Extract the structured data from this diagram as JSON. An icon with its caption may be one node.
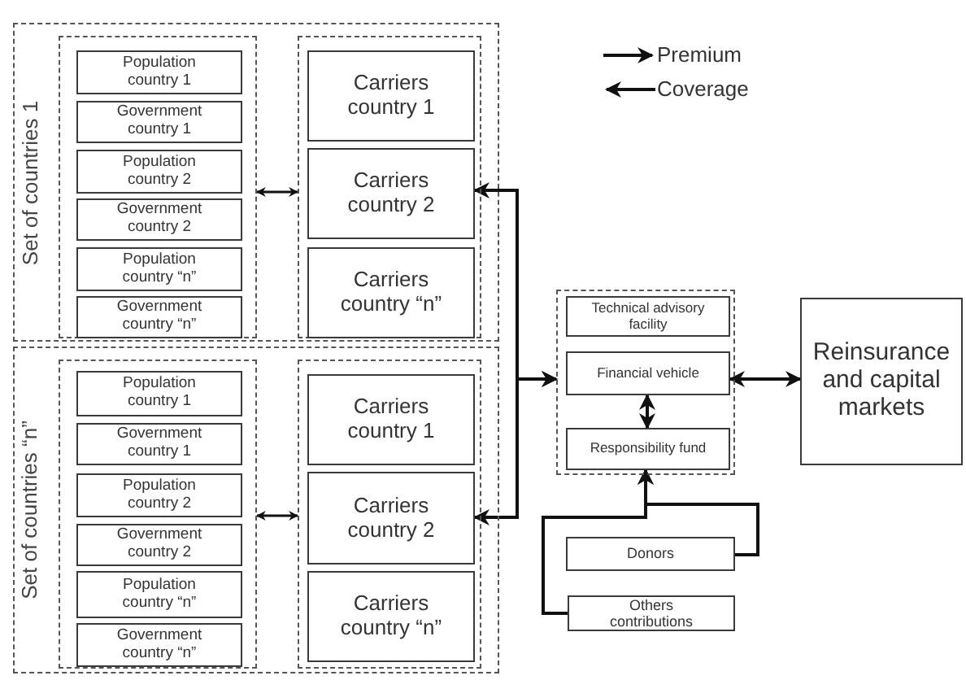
{
  "diagram": {
    "nodes": [
      {
        "text": [
          "Set of countries 1"
        ]
      },
      {
        "text": [],
        "shape": "box",
        "in": 0
      },
      {
        "text": [
          "Population country 1"
        ],
        "in": 1
      },
      {
        "text": [
          "Government country 1"
        ],
        "in": 1
      },
      {
        "text": [
          "Population country 2"
        ],
        "in": 1
      },
      {
        "text": [
          "Government country 2"
        ],
        "in": 1
      },
      {
        "text": [
          "Population country “n”"
        ],
        "in": 1
      },
      {
        "text": [
          "Government country “n”"
        ],
        "in": 1
      },
      {
        "text": [],
        "shape": "box",
        "in": 0
      },
      {
        "text": [
          "Carriers country 1"
        ],
        "in": 8
      },
      {
        "text": [
          "Carriers country 2"
        ],
        "in": 8
      },
      {
        "text": [
          "Carriers country “n”"
        ],
        "in": 8
      },
      {
        "text": [
          "Set of countries “n”"
        ]
      },
      {
        "text": [],
        "shape": "box",
        "in": 12
      },
      {
        "text": [
          "Population country 1"
        ],
        "in": 13
      },
      {
        "text": [
          "Government country 1"
        ],
        "in": 13
      },
      {
        "text": [
          "Population country 2"
        ],
        "in": 13
      },
      {
        "text": [
          "Government country 2"
        ],
        "in": 13
      },
      {
        "text": [
          "Population country “n”"
        ],
        "in": 13
      },
      {
        "text": [
          "Government country “n”"
        ],
        "in": 13
      },
      {
        "text": [],
        "shape": "box",
        "in": 12
      },
      {
        "text": [
          "Carriers country 1"
        ],
        "in": 20
      },
      {
        "text": [
          "Carriers country 2"
        ],
        "in": 20
      },
      {
        "text": [
          "Carriers country “n”"
        ],
        "in": 20
      },
      {
        "text": [],
        "shape": "box"
      },
      {
        "text": [
          "Technical advisory facility"
        ],
        "in": 24
      },
      {
        "text": [
          "Financial vehicle"
        ],
        "in": 24
      },
      {
        "text": [
          "Responsibility fund"
        ],
        "in": 24
      },
      {
        "text": [
          "Reinsurance and capital markets"
        ]
      },
      {
        "text": [
          "Donors"
        ]
      },
      {
        "text": [
          "Others contributions"
        ]
      }
    ],
    "edges": [
      {
        "from": 1,
        "to": 8,
        "arrow": "both"
      },
      {
        "from": 13,
        "to": 20,
        "arrow": "both"
      },
      {
        "from": 10,
        "to": 24,
        "arrow": "both"
      },
      {
        "from": 22,
        "to": 24,
        "arrow": "both"
      },
      {
        "from": 26,
        "to": 27,
        "arrow": "both"
      },
      {
        "from": 26,
        "to": 28,
        "arrow": "both"
      },
      {
        "from": 29,
        "to": 27,
        "arrow": "to"
      },
      {
        "from": 30,
        "to": 27,
        "arrow": "to"
      }
    ],
    "legend": [
      {
        "text": "Premium"
      },
      {
        "text": "Coverage"
      }
    ]
  }
}
